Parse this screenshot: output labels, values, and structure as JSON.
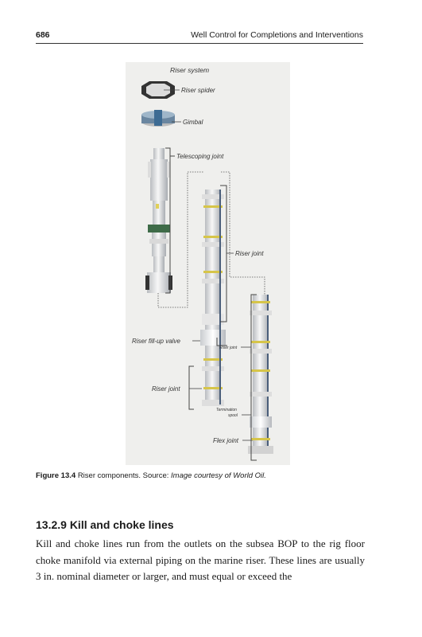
{
  "header": {
    "page_number": "686",
    "running_title": "Well Control for Completions and Interventions"
  },
  "figure": {
    "labels": {
      "riser_system": "Riser system",
      "riser_spider": "Riser spider",
      "gimbal": "Gimbal",
      "telescoping_joint": "Telescoping joint",
      "riser_joint_top": "Riser joint",
      "riser_fill_up_valve": "Riser fill-up valve",
      "riser_joint_small": "Riser joint",
      "riser_joint_left": "Riser joint",
      "termination_spool": [
        "Termination",
        "spool"
      ],
      "flex_joint": "Flex joint"
    }
  },
  "caption": {
    "figure_label": "Figure 13.4",
    "text": "Riser components. Source: ",
    "source": "Image courtesy of World Oil."
  },
  "section": {
    "heading": "13.2.9  Kill and choke lines"
  },
  "body": {
    "paragraph": "Kill and choke lines run from the outlets on the subsea BOP to the rig floor choke manifold via external piping on the marine riser. These lines are usually 3 in. nominal diameter or larger, and must equal or exceed the"
  }
}
